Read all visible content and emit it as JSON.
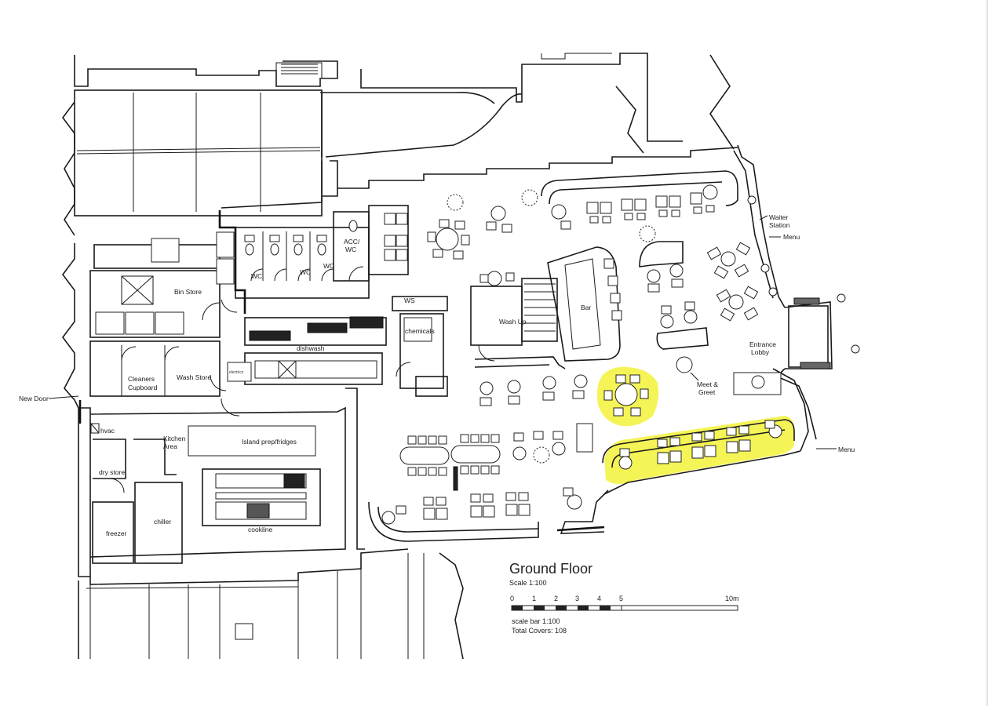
{
  "labels": {
    "bin_store": "Bin Store",
    "wc_1": "WC",
    "wc_2": "WC",
    "wc_3": "WC",
    "acc_wc_line1": "ACC/",
    "acc_wc_line2": "WC",
    "ws": "WS",
    "dishwash": "dishwash",
    "chemicals": "chemicals",
    "electrics": "electrics",
    "wash_up": "Wash Up",
    "bar": "Bar",
    "cleaners_line1": "Cleaners",
    "cleaners_line2": "Cupboard",
    "wash_store": "Wash Store",
    "new_door": "New Door",
    "hvac": "hvac",
    "kitchen_line1": "Kitchen",
    "kitchen_line2": "Area",
    "island": "Island prep/fridges",
    "dry_store": "dry store",
    "freezer": "freezer",
    "chiller": "chiller",
    "cookline": "cookline",
    "waiter_station_line1": "Waiter",
    "waiter_station_line2": "Station",
    "menu_top": "Menu",
    "menu_bottom": "Menu",
    "entrance_line1": "Entrance",
    "entrance_line2": "Lobby",
    "meet_line1": "Meet &",
    "meet_line2": "Greet"
  },
  "legend": {
    "title": "Ground Floor",
    "scale": "Scale 1:100",
    "scale_bar": "scale bar  1:100",
    "covers": "Total Covers: 108",
    "ticks": [
      "0",
      "1",
      "2",
      "3",
      "4",
      "5",
      "10m"
    ]
  },
  "colors": {
    "highlight": "#f2f23a",
    "ink": "#1a1a1a"
  }
}
